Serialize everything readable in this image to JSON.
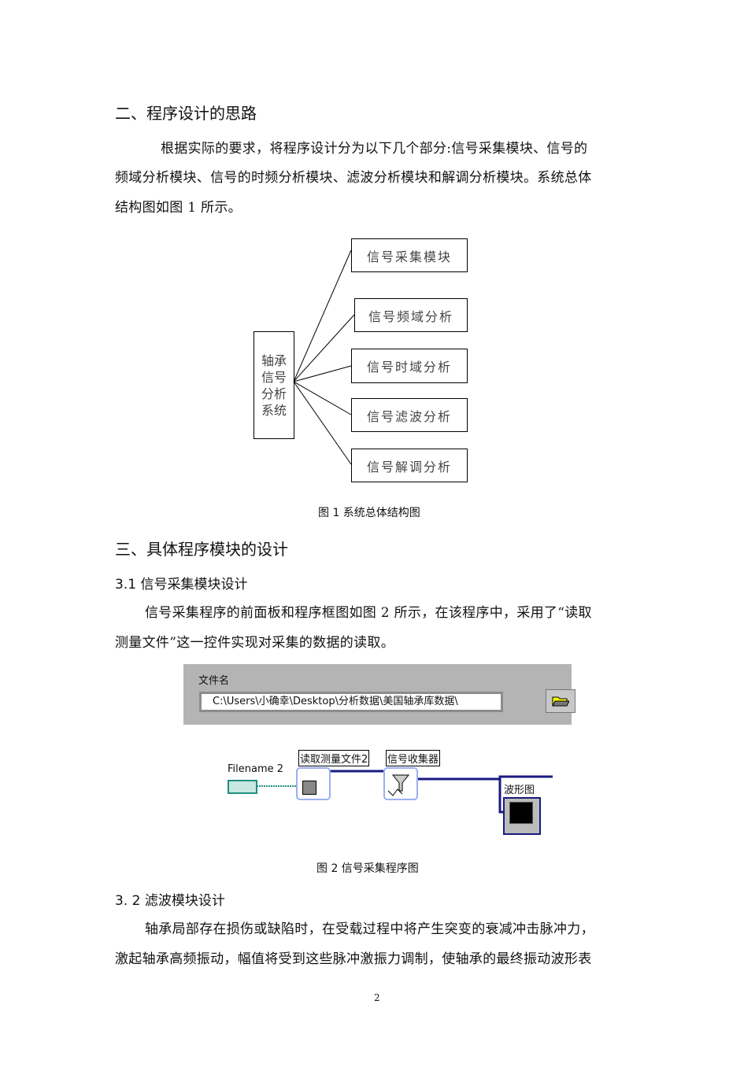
{
  "section2": {
    "heading": "二、程序设计的思路",
    "para_lines": [
      "根据实际的要求，将程序设计分为以下几个部分:信号采集模块、信号的",
      "频域分析模块、信号的时频分析模块、滤波分析模块和解调分析模块。系统总体",
      "结构图如图 1 所示。"
    ]
  },
  "fig1": {
    "root": "轴承信号分析系统",
    "root_lines": [
      "轴承",
      "信号",
      "分析",
      "系统"
    ],
    "branches": [
      "信号采集模块",
      "信号频域分析",
      "信号时域分析",
      "信号滤波分析",
      "信号解调分析"
    ],
    "caption": "图 1 系统总体结构图"
  },
  "section3": {
    "heading": "三、具体程序模块的设计"
  },
  "s31": {
    "heading": "3.1 信号采集模块设计",
    "para_lines": [
      "信号采集程序的前面板和程序框图如图 2 所示，在该程序中，采用了“读取",
      "测量文件”这一控件实现对采集的数据的读取。"
    ]
  },
  "fig2": {
    "panel_label": "文件名",
    "path_value": "C:\\Users\\小确幸\\Desktop\\分析数据\\美国轴承库数据\\",
    "filename_label": "Filename 2",
    "node1": "读取测量文件2",
    "node2": "信号收集器",
    "node3": "波形图",
    "caption": "图 2  信号采集程序图"
  },
  "s32": {
    "heading": "3. 2  滤波模块设计",
    "para_lines": [
      "轴承局部存在损伤或缺陷时，在受载过程中将产生突变的衰减冲击脉冲力，",
      "激起轴承高频振动，幅值将受到这些脉冲激振力调制，使轴承的最终振动波形表"
    ]
  },
  "page_number": "2"
}
